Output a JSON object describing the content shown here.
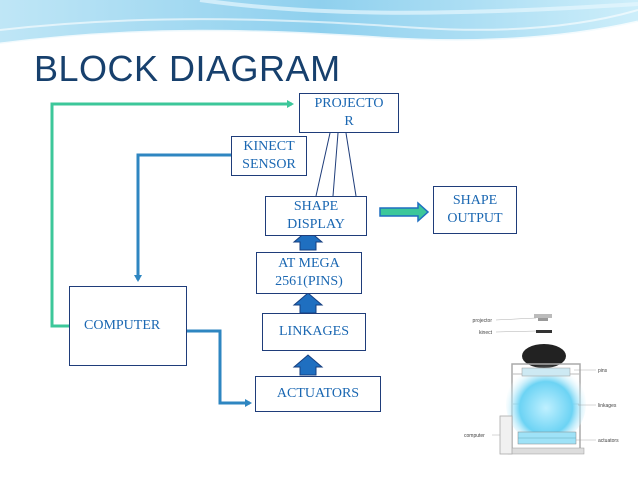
{
  "slide": {
    "title": "BLOCK DIAGRAM"
  },
  "blocks": {
    "projector": "PROJECTO\nR",
    "kinect_sensor": "KINECT\nSENSOR",
    "shape_display": "SHAPE\nDISPLAY",
    "shape_output": "SHAPE\nOUTPUT",
    "atmega": "AT MEGA\n2561(PINS)",
    "computer": "COMPUTER",
    "linkages": "LINKAGES",
    "actuators": "ACTUATORS"
  },
  "photo_labels": {
    "projector": "projector",
    "kinect": "kinect",
    "pins": "pins",
    "linkages": "linkages",
    "computer": "computer",
    "actuators": "actuators"
  },
  "colors": {
    "title": "#17406d",
    "box_border": "#1f3d7a",
    "box_text": "#1a67b2",
    "green_arrow": "#3cc79a",
    "blue_arrow": "#2e86c1",
    "fill_arrow": "#1f6fc0"
  }
}
